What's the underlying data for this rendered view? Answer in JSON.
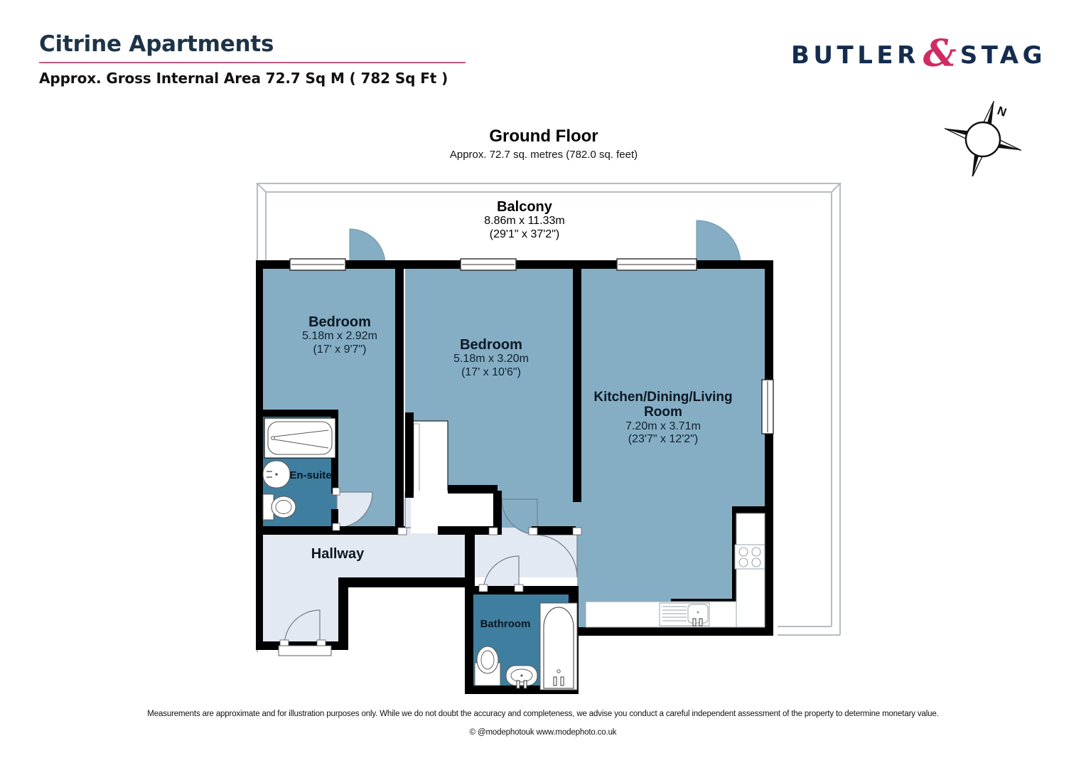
{
  "header": {
    "property_title": "Citrine Apartments",
    "area_subtitle": "Approx. Gross Internal Area 72.7 Sq M ( 782 Sq Ft )",
    "rule_color": "#c4577f"
  },
  "brand": {
    "word1": "BUTLER",
    "ampersand": "&",
    "word2": "STAG",
    "text_color": "#152c4e",
    "amp_color": "#cf2b62"
  },
  "compass": {
    "north_label": "N",
    "icon": "compass-rose-icon"
  },
  "floor": {
    "title": "Ground Floor",
    "subtitle": "Approx. 72.7 sq. metres (782.0 sq. feet)"
  },
  "colors": {
    "room_fill": "#85aec4",
    "wet_room_fill": "#3f7e9e",
    "hallway_fill": "#e3e9f2",
    "wall": "#000000",
    "fixture_stroke": "#5a5a5a",
    "balcony_outline": "#b7bcc2"
  },
  "rooms": [
    {
      "key": "balcony",
      "name": "Balcony",
      "dim_metric": "8.86m x 11.33m",
      "dim_imperial": "(29'1\" x 37'2\")"
    },
    {
      "key": "bedroom_1",
      "name": "Bedroom",
      "dim_metric": "5.18m x 2.92m",
      "dim_imperial": "(17' x 9'7\")"
    },
    {
      "key": "bedroom_2",
      "name": "Bedroom",
      "dim_metric": "5.18m x 3.20m",
      "dim_imperial": "(17' x 10'6\")"
    },
    {
      "key": "kitchen_living",
      "name_line_1": "Kitchen/Dining/Living",
      "name_line_2": "Room",
      "dim_metric": "7.20m x 3.71m",
      "dim_imperial": "(23'7\" x 12'2\")"
    },
    {
      "key": "ensuite",
      "name": "En-suite"
    },
    {
      "key": "hallway",
      "name": "Hallway"
    },
    {
      "key": "bathroom",
      "name": "Bathroom"
    }
  ],
  "fixtures": [
    {
      "name": "bath-tub-ensuite",
      "room": "ensuite"
    },
    {
      "name": "wash-basin-ensuite",
      "room": "ensuite"
    },
    {
      "name": "toilet-ensuite",
      "room": "ensuite"
    },
    {
      "name": "toilet-bathroom",
      "room": "bathroom"
    },
    {
      "name": "wash-basin-bathroom",
      "room": "bathroom"
    },
    {
      "name": "bath-tub-bathroom",
      "room": "bathroom"
    },
    {
      "name": "kitchen-hob",
      "room": "kitchen_living"
    },
    {
      "name": "kitchen-sink",
      "room": "kitchen_living"
    },
    {
      "name": "storage-cupboard",
      "room": "hallway"
    }
  ],
  "footer": {
    "disclaimer": "Measurements are approximate and for illustration purposes only.  While we do not doubt the accuracy and completeness, we advise you conduct a careful independent assessment of the property to determine monetary value.",
    "copyright": "© @modephotouk www.modephoto.co.uk"
  }
}
